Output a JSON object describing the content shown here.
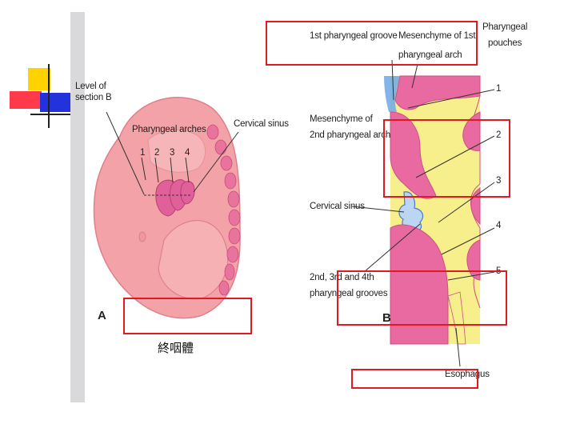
{
  "panel_a": {
    "letter": "A",
    "level_label_line1": "Level of",
    "level_label_line2": "section B",
    "arches_label": "Pharyngeal arches",
    "arch_numbers": [
      "1",
      "2",
      "3",
      "4"
    ],
    "cervical_sinus_label": "Cervical sinus"
  },
  "panel_b": {
    "letter": "B",
    "groove_label": "1st pharyngeal groove",
    "mesenchyme1_line1": "Mesenchyme of 1st",
    "mesenchyme1_line2": "pharyngeal arch",
    "pouches_line1": "Pharyngeal",
    "pouches_line2": "pouches",
    "mesenchyme2_line1": "Mesenchyme of",
    "mesenchyme2_line2": "2nd pharyngeal arch",
    "cervical_sinus_label": "Cervical sinus",
    "grooves_line1": "2nd, 3rd and 4th",
    "grooves_line2": "pharyngeal grooves",
    "pouch_numbers": [
      "1",
      "2",
      "3",
      "4",
      "5"
    ],
    "esophagus_label": "Esophagus"
  },
  "annotation": {
    "cjk_text": "終咽體"
  },
  "colors": {
    "highlight_box": "#e01a22",
    "embryo_pink": "#f3a3a8",
    "arch_magenta": "#e0609a",
    "endoderm_yellow": "#f7ef8c"
  }
}
